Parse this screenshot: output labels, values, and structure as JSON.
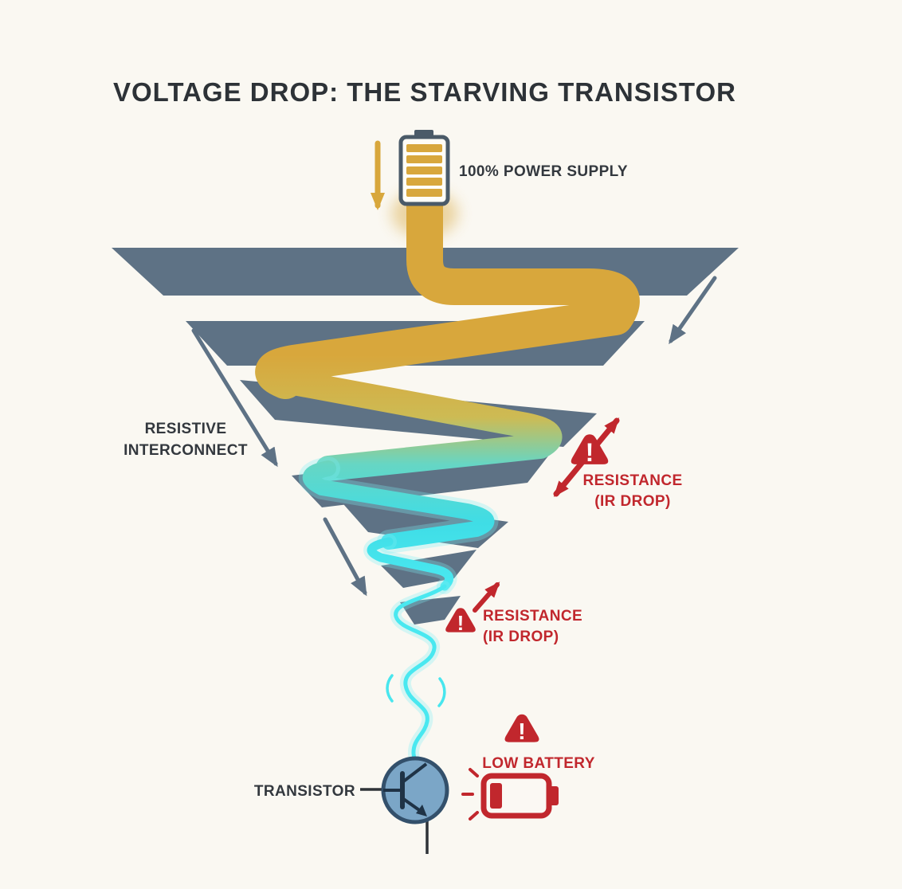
{
  "title": "VOLTAGE DROP: THE STARVING TRANSISTOR",
  "labels": {
    "power_supply": "100% POWER SUPPLY",
    "resistive_interconnect_line1": "RESISTIVE",
    "resistive_interconnect_line2": "INTERCONNECT",
    "resistance1_line1": "RESISTANCE",
    "resistance1_line2": "(IR DROP)",
    "resistance2_line1": "RESISTANCE",
    "resistance2_line2": "(IR DROP)",
    "low_battery": "LOW BATTERY",
    "transistor": "TRANSISTOR",
    "warning_mark": "!"
  },
  "colors": {
    "background": "#faf8f2",
    "interconnect_slate": "#5e7285",
    "power_gold": "#d8a73c",
    "starved_cyan": "#3fdde6",
    "warning_red": "#c1272d",
    "text_dark": "#2e3338",
    "transistor_fill": "#7ba6c7",
    "transistor_stroke": "#33506b"
  }
}
